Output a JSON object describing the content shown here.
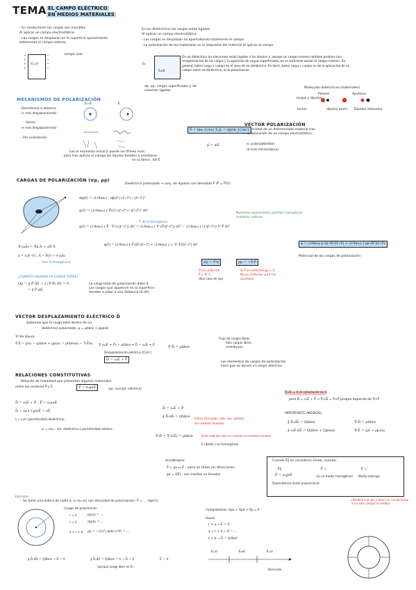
{
  "header": {
    "tema": "TEMA 3:",
    "subtitle_line1": "EL CAMPO ELÉCTRICO",
    "subtitle_line2": "EN MEDIOS MATERIALES"
  },
  "intro": {
    "left_lines": [
      "- En conductores las cargas son movibles",
      "Al aplicar un campo electrostático:",
      "- Las cargas se desplazan en la superficie aproximando",
      "totalmente el campo externo"
    ],
    "campo_label": "campo nulo",
    "field_label": "E=0",
    "right_lines": [
      "En los dieléctricos las cargas están ligadas",
      "Al aplicar un campo electrostático:",
      "- Las cargas se desplazan no apantallando totalmente el campo",
      "- La polarización de los materiales es la respuesta del material al aplicar el campo."
    ],
    "e0_label": "E₀",
    "sigma_label": "σp, ρp: cargas superficiales y de volumen ligadas"
  },
  "paragraph": "En un dieléctrico los electrones están ligados a los átomos y, aunque un campo externo también produce una reorganización de las cargas y la aparición de cargas superficiales, no es suficiente anular el campo externo. En general, habrá carga y campo en el seno de un dieléctrico. Es decir, habrá carga y campo en de la aplicación de un campo sobre un dieléctrico, es la polarización",
  "molecules": {
    "title": "Moléculas dieléctricas (materiales)",
    "polar": "Polares",
    "apolar": "Apolares",
    "cargas": "cargas y dipolos",
    "ioneal": "Ionios",
    "dipolos_perm": "dipolos perm.",
    "inducidos": "Dipolos inducidos"
  },
  "mechanisms": {
    "title": "MECANISMOS DE POLARIZACIÓN",
    "items": [
      "- Electrónica o atómica",
      "(+ más desplazamiento)",
      "- Iónica",
      "(+ más desplazamiento)",
      "- Por orientación"
    ],
    "e0": "E=0",
    "e": "E",
    "note_lines": [
      "Los el momento inicial p̄ puede ser 0 o no nulo,",
      "pero tras aplicar el campo los dipolos tienden a orientarse",
      "en la direcc. del Ē"
    ]
  },
  "vector_pol": {
    "title": "VECTOR POLARIZACIÓN",
    "desc_lines": [
      "Densidad de un determinado material tras",
      "la aplicación de un campo electrostático"
    ],
    "formula": "P̄ = lim (1/Δv) Σ p̄ᵢ = dp̄/dv  [C/m²]",
    "p_eq": "p̄ = αĒ",
    "alpha_label": "α: polarizabilidad",
    "alpha_sub": "(a nivel microscópico)"
  },
  "cargas_pol": {
    "title": "CARGAS DE POLARIZACIÓN (σp, ρp)",
    "desc": "Dieléctrico polarizado ⇒ conj. de dipolos con densidad P̄ (P̄ = P̄(r̄))",
    "phi1": "dφ(r̄) = (1/4πε₀) · dp̄(r̄')·(r̄−r̄') / |r̄−r̄'|³",
    "phi2": "φ(r̄) = (1/4πε₀) ∫ P̄(r̄')·(r̄−r̄') / |r̄−r̄'|³ dV'",
    "phi3": "φ(r̄) = (1/4πε₀) ∫ P̄ · ∇'(1/|r̄−r̄'|) dV' = (1/4πε₀) ∫ ∇'·(P̄/|r̄−r̄'|) dV' − (1/4πε₀) ∫ (1/|r̄−r̄'|) ∇'·P̄ dV'",
    "note_green": "Nuestras expresiones podrían reemplazar nuestros valores",
    "note_teorema": "T. de la divergencia",
    "vec_identity": "∇·(aĀ) = ∇a·Ā + a∇·Ā",
    "vec_identity2": "a = 1/|r̄−r̄'| ; Ā = P̄(r̄) → ∇·(aĀ)",
    "vec_sub": "(con la divergencia)",
    "phi4": "φ(r̄) = (1/4πε₀) ∮ P̄·dS̄'/|r̄−r̄'| + (1/4πε₀) ∫ (−∇'·P̄)/|r̄−r̄'| dV'",
    "sigma_box": "σp = P̄·n̄",
    "rho_box": "ρp = −∇·P̄",
    "final_box": "φ = (1/4πε₀) ∮ σp dS'/|r̄−r̄'| + (1/4πε₀) ∫ ρp dV'/|r̄−r̄'|",
    "final_note": "Potencial de las cargas de polarización",
    "sigma_note1": "Si es uniforme",
    "sigma_note2": "P̄ = P₀ n̂",
    "sigma_note3": "(dos caso de σp)",
    "rho_note1": "Si P̄ es uniforme ρp = 0",
    "rho_note2": "No es uniforme, ρ≠0 (se",
    "rho_note3": "acumula)",
    "carga_total_q": "¿CUÁNTO VALDRÍA LA CARGA TOTAL?",
    "carga_total_f1": "Qp = ∮ P̄·dS̄ − ∫ (∇·P̄) dV = 0",
    "carga_total_f2": "= ∮ P̄·dS̄",
    "carga_total_note1": "La carga total de polarización debe 0.",
    "carga_total_note2": "Las cargas que aparecen en la superficie",
    "carga_total_note3": "tienden a estar a una distancia (δ dV)"
  },
  "desplazamiento": {
    "title": "VECTOR DESPLAZAMIENTO ELÉCTRICO D̄",
    "desc1": "Sabemos que la carga total dentro de un",
    "desc2": "dieléctrico polarizado: ρ = ρlibre + ρpolar",
    "ley_gauss": "1ª de Gauss",
    "f1": "∇·Ē = ρ/ε₀ = (ρlibre + ρp)/ε₀ = ρlibre/ε₀ − ∇·P̄/ε₀",
    "f2": "∇·(ε₀Ē + P̄) = ρlibre  ⇒  D̄ = ε₀Ē + P̄",
    "f3": "Desplazamiento eléctrico [C/m²]",
    "f4": "D̄ = ε₀Ē + P̄",
    "f5": "∇·D̄ = ρlibre",
    "flujo1": "Flujo de cargas libres",
    "flujo2": "Sólo cargas libres",
    "flujo3": "contribuyen",
    "note1": "Los elementos de cargas de polarización",
    "note2": "hace que se desvíe el campo eléctrico"
  },
  "constitutivas": {
    "title": "RELACIONES CONSTITUTIVAS",
    "desc1": "Relación de linealidad que presentan algunos materiales",
    "desc2": "entre los vectores P̄ y Ē",
    "box": "P̄ = ε₀χeĒ",
    "box_note": "(χe: suscept. eléctrica)",
    "f1": "D̄ = ε₀Ē + P̄ ; P̄ = ε₀χeĒ",
    "f2": "D̄ = ε₀(1+χe)Ē = εĒ",
    "f3": "ε = ε₀εr (permitividad dieléctrica)",
    "f4": "εr = ε/ε₀ ; cte. dieléctrica o permitividad relativa",
    "d1": "D̄ = ε₀Ē + P̄",
    "d2": "∮ D̄·dS̄ = Qlibre",
    "red1": "Estas fórmulas sólo son válidas",
    "red2": "en medios lineales",
    "rule1": "∇·D̄ = ∇·(εĒ) = ρlibre",
    "rule2": "Esta relación sólo se cumple en medios lineales",
    "rule3": "E (dieléc.) es homogéneo",
    "iso_title": "Anisótropos:",
    "iso1": "P̄ = χe ε₀ Ē : varía en todas las direcciones",
    "iso2": "χe = f(Ē) ; son medios no lineales",
    "cond_title": "∇×Ē = 0  el rotacional es 0",
    "cond_f": "pero D̄ = ε₀Ē + P̄ → ∇×D̄ = ∇×P̄  porque depende de ∇×P̄",
    "imp_title": "IMPORTANTE (MEDIOS):",
    "imp_f1": "∮ D̄·dS̄ = Qlibre",
    "imp_f2": "∮ ε₀Ē·dS̄ = Qlibre + Qpolar",
    "imp_f3": "∇·D̄ = ρlibre",
    "imp_f4": "∇·Ē = (ρl + ρp)/ε₀",
    "lineal_title": "Cuando Ē∥ se consideran lineal, cuando:",
    "lineal_c1a": "Ē∥",
    "lineal_c1b": "P̄ = ε₀χeĒ",
    "lineal_c1c": "Dependencia lineal proporcional",
    "lineal_c2a": "Ē ⊥",
    "lineal_c2b": "Es un medio homogéneo",
    "lineal_c3a": "Ē ⊥",
    "lineal_c3b": "Medio isótropo",
    "lineal_red": "(Dieléctricos de ¿clase? en condiciones a un sólo campo el medio)"
  },
  "example": {
    "title": "Ejemplo:",
    "desc": "- Se tiene una esfera de radio a, ε₀ (ε₀→ε) con densidad de polarización: P̄ = ... (σp(r))",
    "cargas": "Cargas de polarización",
    "r1": "r = a",
    "r2": "r = 0",
    "r3": "a < r < b",
    "sig1": "σp(a) = ...",
    "sig2": "σp(b) = ...",
    "rho": "ρp = −(1/r²) d/dr (r²P) = ...",
    "comp": "Comprobamos: Qpa + Qpb + Qp = 0",
    "gauss": "Gauss:",
    "e_r": "r < a → Ē = 0",
    "e_r2": "a < r < b → D̄ = ...",
    "e_r3": "r > b → D̄ = Q/4πr²",
    "bottom1": "∮ D̄·dS̄ = Qlibre → Ē = 0",
    "bottom2": "∮ D̄·dS̄ = Qlibre = 0 → D̄ = 0",
    "bottom3": "Ē = 0",
    "bottom_note": "(porque carga libre es 0)",
    "e_labels": [
      "Ē=0",
      "Ē≠0",
      "Ē=0"
    ],
    "dir_label": "Dirección"
  }
}
